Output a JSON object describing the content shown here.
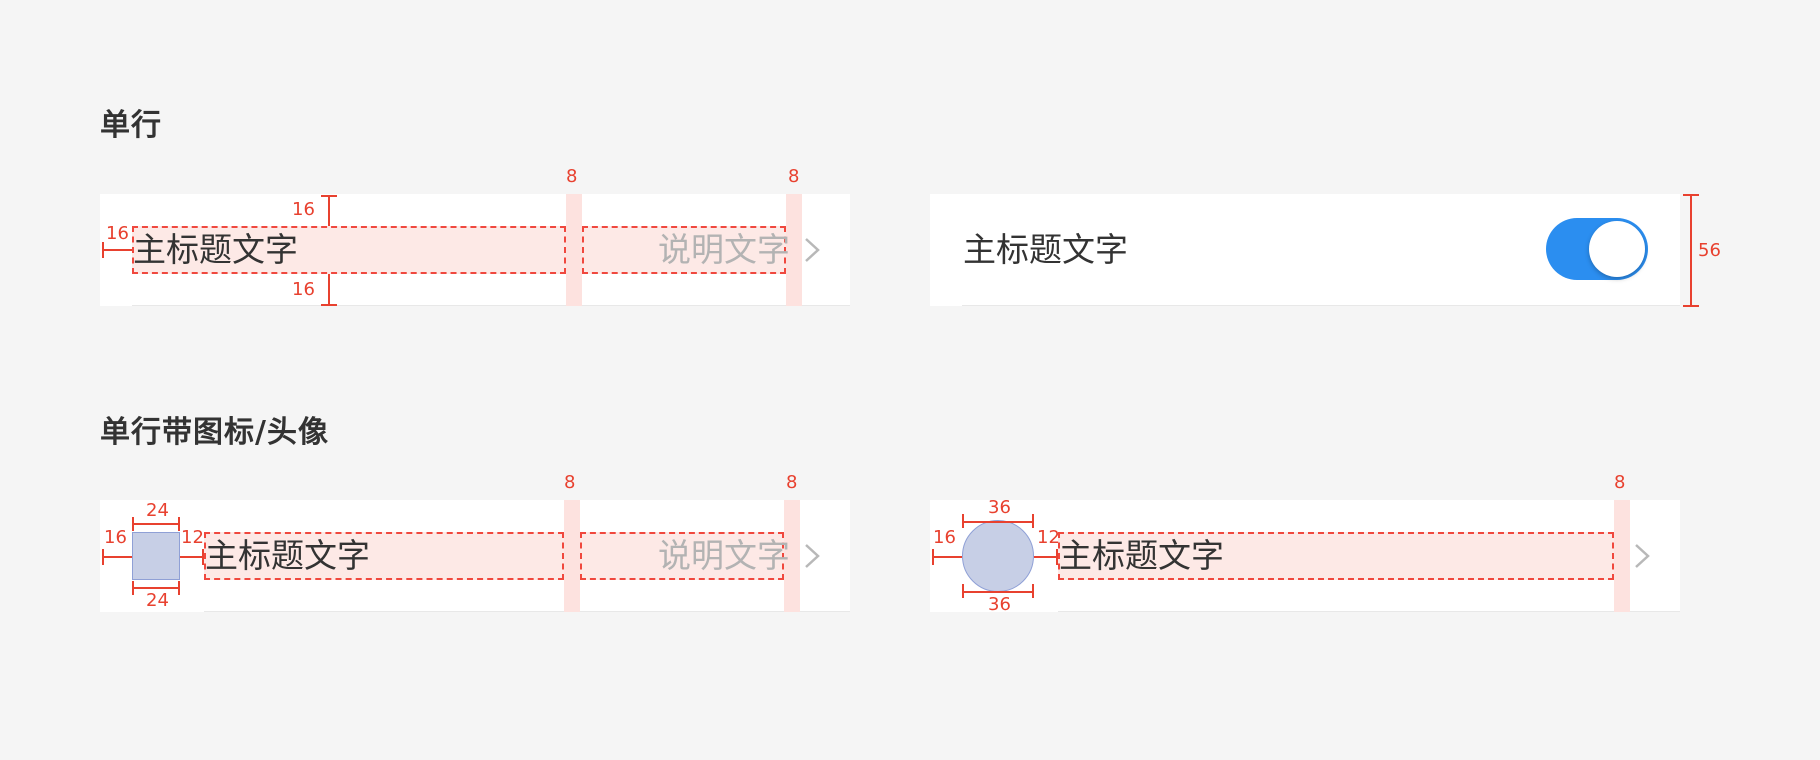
{
  "sections": {
    "single_line": "单行",
    "single_line_icon": "单行带图标/头像"
  },
  "rows": {
    "primary": "主标题文字",
    "secondary": "说明文字"
  },
  "dimensions": {
    "padding_16": "16",
    "gap_8": "8",
    "height_56": "56",
    "icon_24": "24",
    "gap_12": "12",
    "avatar_36": "36"
  },
  "toggle": {
    "state": "on",
    "color": "#2b8ef0"
  },
  "colors": {
    "annotation": "#e8412f",
    "highlight": "#fde2df",
    "placeholder": "#c7cfe6"
  }
}
